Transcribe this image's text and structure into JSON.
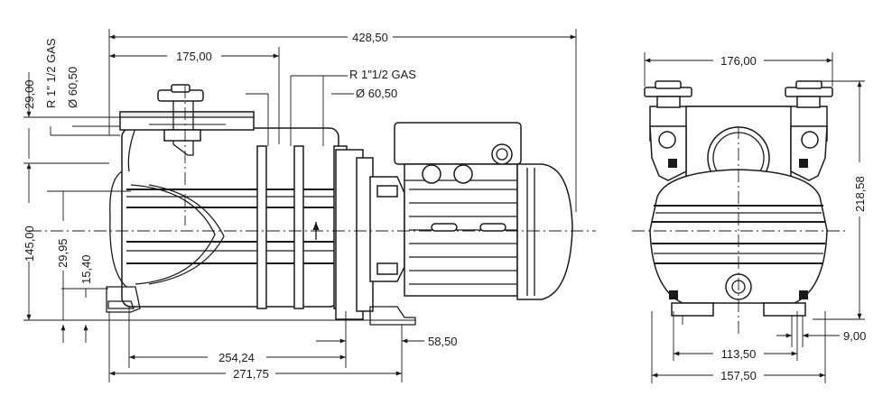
{
  "side_view": {
    "dims": {
      "overall_length": "428,50",
      "top_offset": "175,00",
      "inlet_thread": "R 1\"1/2 GAS",
      "inlet_diameter": "Ø 60,50",
      "outlet_thread_vertical": "R 1\" 1/2 GAS",
      "outlet_diameter_vertical": "Ø 60,50",
      "top_height": "29,00",
      "total_height": "145,00",
      "foot_height_a": "29,95",
      "foot_height_b": "15,40",
      "body_length": "254,24",
      "base_length": "271,75",
      "motor_offset": "58,50"
    }
  },
  "front_view": {
    "dims": {
      "top_width": "176,00",
      "height": "218,58",
      "foot_spacing": "113,50",
      "base_width": "157,50",
      "hole_size": "9,00"
    }
  }
}
